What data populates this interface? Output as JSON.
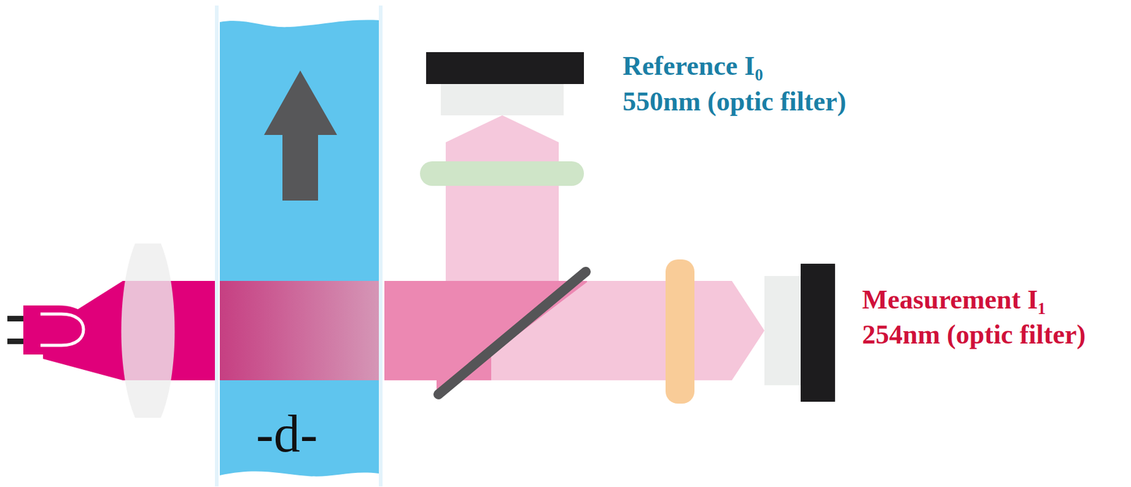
{
  "diagram": {
    "labels": [
      "Reference I₀",
      "550nm (optic filter)",
      "Measurement I₁",
      "254nm (optic filter)",
      "-d-"
    ]
  }
}
